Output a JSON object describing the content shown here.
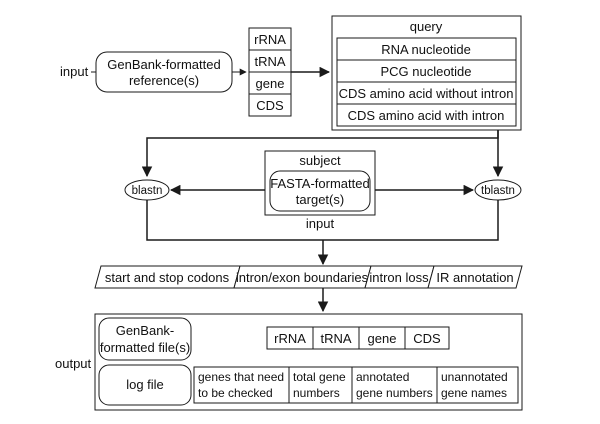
{
  "input_section": {
    "label": "input",
    "reference_line1": "GenBank-formatted",
    "reference_line2": "reference(s)",
    "gene_types": [
      "rRNA",
      "tRNA",
      "gene",
      "CDS"
    ]
  },
  "query": {
    "title": "query",
    "items": [
      "RNA nucleotide",
      "PCG nucleotide",
      "CDS amino acid without intron",
      "CDS amino acid with intron"
    ]
  },
  "subject": {
    "title": "subject",
    "target_line1": "FASTA-formatted",
    "target_line2": "target(s)",
    "input_label": "input"
  },
  "tools": {
    "left": "blastn",
    "right": "tblastn"
  },
  "steps": [
    "start and stop codons",
    "intron/exon boundaries",
    "intron loss",
    "IR annotation"
  ],
  "output_section": {
    "label": "output",
    "genbank_line1": "GenBank-",
    "genbank_line2": "formatted file(s)",
    "gene_types": [
      "rRNA",
      "tRNA",
      "gene",
      "CDS"
    ],
    "log_file": "log file",
    "log_columns": [
      {
        "line1": "genes that need",
        "line2": "to be checked"
      },
      {
        "line1": "total gene",
        "line2": "numbers"
      },
      {
        "line1": "annotated",
        "line2": "gene numbers"
      },
      {
        "line1": "unannotated",
        "line2": "gene names"
      }
    ]
  }
}
